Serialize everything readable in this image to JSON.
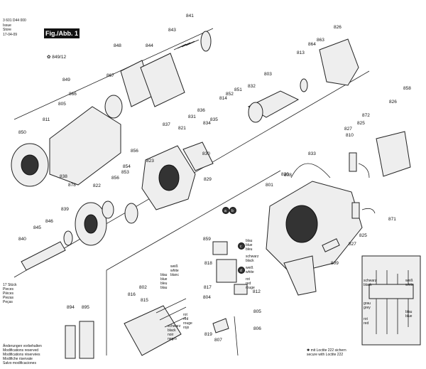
{
  "header": {
    "doc_number": "3 601 D44 000",
    "issue_label": "Issue",
    "store_label": "Store",
    "date": "17-04-09",
    "fig_label": "Fig./Abb. 1"
  },
  "ref_label": "849/12",
  "count_note": [
    "17 Stück",
    "Pieces",
    "Pièces",
    "Piezas",
    "Peças"
  ],
  "modifications_note": [
    "Änderungen vorbehalten",
    "Modifications reserved",
    "Modifications réservées",
    "Modifiche riservate",
    "Salvo modificaciones"
  ],
  "loctite_note": [
    "mit Loctite 222 sichern",
    "secure with Loctite 222"
  ],
  "wire_colors": {
    "left_group": [
      "blau",
      "blue",
      "bleu",
      "blau"
    ],
    "white_group": [
      "weiß",
      "white",
      "blanc"
    ],
    "black_group": [
      "schwarz",
      "black",
      "noir",
      "negro"
    ],
    "red_group": [
      "rot",
      "red",
      "rouge",
      "rojo"
    ],
    "mid_blue": [
      "blau",
      "blue",
      "bleu"
    ],
    "mid_black": [
      "schwarz",
      "black"
    ],
    "mid_white": [
      "weiß",
      "white"
    ],
    "mid_red": [
      "rot",
      "red",
      "rouge"
    ],
    "schematic_left": [
      "schwarz",
      "black"
    ],
    "schematic_right": [
      "weiß",
      "white"
    ],
    "schematic_blue": [
      "blau",
      "blue"
    ],
    "schematic_grey": [
      "grau",
      "grey"
    ],
    "schematic_red": [
      "rot",
      "red"
    ]
  },
  "callout_letters": [
    "a",
    "b",
    "c",
    "d"
  ],
  "part_labels": [
    "841",
    "843",
    "844",
    "848",
    "826",
    "863",
    "864",
    "813",
    "803",
    "849",
    "866",
    "867",
    "805",
    "811",
    "850",
    "831",
    "832",
    "836",
    "837",
    "856",
    "858",
    "872",
    "826",
    "825",
    "827",
    "810",
    "839",
    "853",
    "854",
    "838",
    "878",
    "822",
    "829",
    "830",
    "823",
    "820",
    "801",
    "840",
    "845",
    "846",
    "859",
    "851",
    "852",
    "814",
    "815",
    "856",
    "802",
    "816",
    "812",
    "805",
    "806",
    "808",
    "807",
    "819",
    "894",
    "895",
    "871",
    "825",
    "827",
    "809",
    "818",
    "804",
    "817",
    "833",
    "835",
    "834",
    "821"
  ]
}
